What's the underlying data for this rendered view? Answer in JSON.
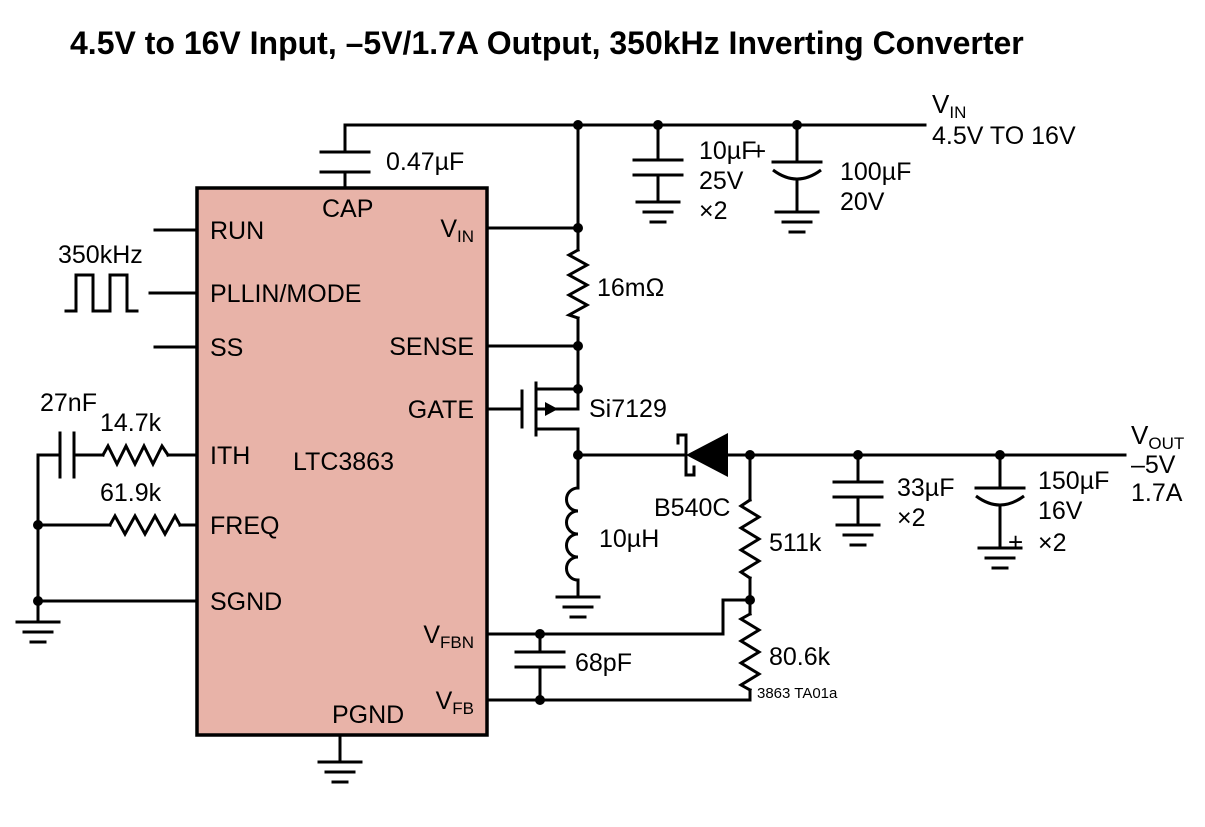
{
  "title": "4.5V to 16V Input, –5V/1.7A Output, 350kHz Inverting Converter",
  "ic": {
    "name": "LTC3863",
    "pin_run": "RUN",
    "pin_pllin_mode": "PLLIN/MODE",
    "pin_ss": "SS",
    "pin_ith": "ITH",
    "pin_freq": "FREQ",
    "pin_sgnd": "SGND",
    "pin_cap": "CAP",
    "pin_vin_v": "V",
    "pin_vin_sub": "IN",
    "pin_sense": "SENSE",
    "pin_gate": "GATE",
    "pin_vfbn_v": "V",
    "pin_vfbn_sub": "FBN",
    "pin_vfb_v": "V",
    "pin_vfb_sub": "FB",
    "pin_pgnd": "PGND"
  },
  "components": {
    "clock_freq": "350kHz",
    "cap_comp": "27nF",
    "res_comp": "14.7k",
    "res_freq": "61.9k",
    "cap_boost": "0.47µF",
    "res_sense": "16mΩ",
    "mosfet": "Si7129",
    "inductor": "10µH",
    "diode": "B540C",
    "cap_in1_value": "10µF",
    "cap_in1_voltage": "25V",
    "cap_in1_qty": "×2",
    "cap_in2_plus": "+",
    "cap_in2_value": "100µF",
    "cap_in2_voltage": "20V",
    "cap_out1_value": "33µF",
    "cap_out1_qty": "×2",
    "cap_out2_value": "150µF",
    "cap_out2_voltage": "16V",
    "cap_out2_plus": "+",
    "cap_out2_qty": "×2",
    "res_fb_top": "511k",
    "res_fb_bottom": "80.6k",
    "cap_fb": "68pF"
  },
  "rails": {
    "vin_v": "V",
    "vin_sub": "IN",
    "vin_range": "4.5V TO 16V",
    "vout_v": "V",
    "vout_sub": "OUT",
    "vout_voltage": "–5V",
    "vout_current": "1.7A"
  },
  "note": "3863 TA01a",
  "colors": {
    "ic_fill": "#e8b3a8",
    "line": "#000000",
    "background": "#ffffff"
  }
}
